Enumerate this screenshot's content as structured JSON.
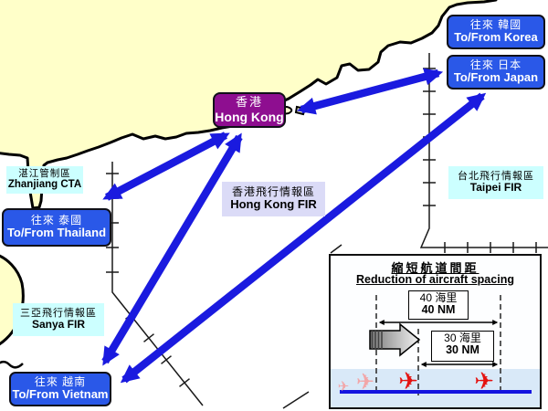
{
  "labels": {
    "korea": {
      "zh": "往來 韓國",
      "en": "To/From Korea"
    },
    "japan": {
      "zh": "往來 日本",
      "en": "To/From Japan"
    },
    "thailand": {
      "zh": "往來 泰國",
      "en": "To/From Thailand"
    },
    "vietnam": {
      "zh": "往來 越南",
      "en": "To/From Vietnam"
    },
    "hong_kong": {
      "zh": "香港",
      "en": "Hong Kong"
    },
    "zhanjiang": {
      "zh": "湛江管制區",
      "en": "Zhanjiang CTA"
    },
    "hong_kong_fir": {
      "zh": "香港飛行情報區",
      "en": "Hong Kong FIR"
    },
    "taipei_fir": {
      "zh": "台北飛行情報區",
      "en": "Taipei FIR"
    },
    "sanya_fir": {
      "zh": "三亞飛行情報區",
      "en": "Sanya FIR"
    }
  },
  "inset": {
    "title_zh": "縮短航道間距",
    "title_en": "Reduction of aircraft spacing",
    "spacing_before_zh": "40 海里",
    "spacing_before_en": "40 NM",
    "spacing_after_zh": "30 海里",
    "spacing_after_en": "30 NM",
    "plane_glyph": "✈"
  },
  "colors": {
    "sea": "#FFFFFF",
    "land": "#FFFFC9",
    "coastline": "#000000",
    "route_arrow_blue": "#1A1ADF",
    "route_box_blue": "#2A58E8",
    "hong_kong_purple": "#8E0E90",
    "area_label_cyan": "#CCFFFF",
    "fir_label_lavender": "#DBDBF7",
    "inset_strip_blue": "#D9E9F8",
    "route_line_blue": "#1414E0",
    "plane_red": "#E41210",
    "plane_pink": "#F2A6A8"
  }
}
